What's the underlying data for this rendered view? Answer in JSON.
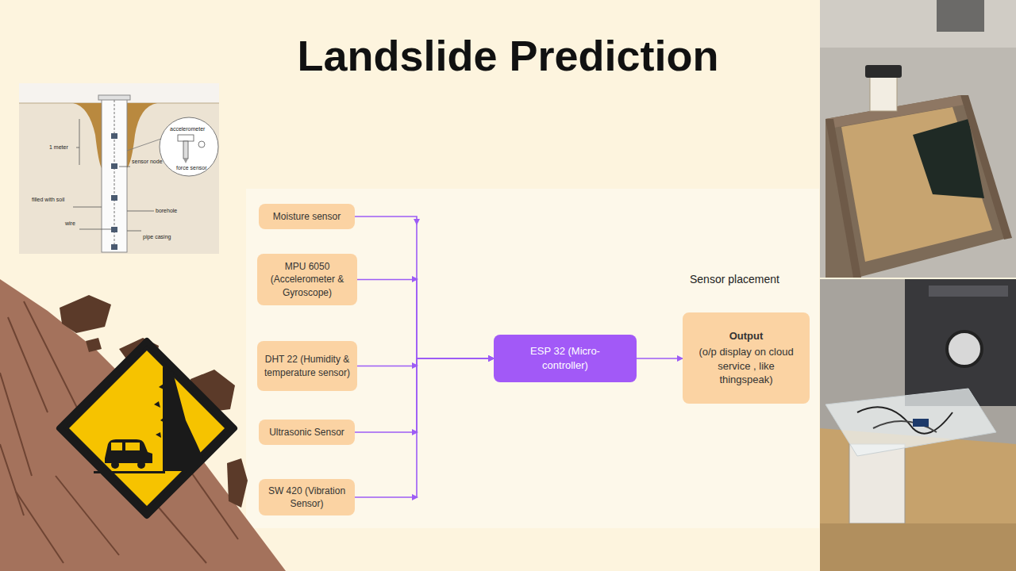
{
  "diagram": {
    "title": "Landslide Prediction",
    "nodes": [
      {
        "text": [
          "Moisture sensor"
        ]
      },
      {
        "text": [
          "MPU 6050 (Accelerometer & Gyroscope)"
        ]
      },
      {
        "text": [
          "DHT 22 (Humidity & temperature sensor)"
        ]
      },
      {
        "text": [
          "Ultrasonic Sensor"
        ]
      },
      {
        "text": [
          "SW 420 (Vibration Sensor)"
        ]
      },
      {
        "text": [
          "ESP 32 (Micro-controller)"
        ]
      },
      {
        "text": [
          "Output",
          "(o/p display on cloud service , like thingspeak)"
        ]
      }
    ],
    "edges": [
      {
        "from": 0,
        "to": 5,
        "arrow": "to"
      },
      {
        "from": 1,
        "to": 5,
        "arrow": "to"
      },
      {
        "from": 2,
        "to": 5,
        "arrow": "to"
      },
      {
        "from": 3,
        "to": 5,
        "arrow": "to"
      },
      {
        "from": 4,
        "to": 5,
        "arrow": "to"
      },
      {
        "from": 5,
        "to": 6,
        "arrow": "to"
      }
    ],
    "labels": [
      "Sensor placement",
      "1 meter",
      "sensor node",
      "filled with soil",
      "borehole",
      "wire",
      "pipe casing",
      "accelerometer",
      "force sensor"
    ]
  }
}
